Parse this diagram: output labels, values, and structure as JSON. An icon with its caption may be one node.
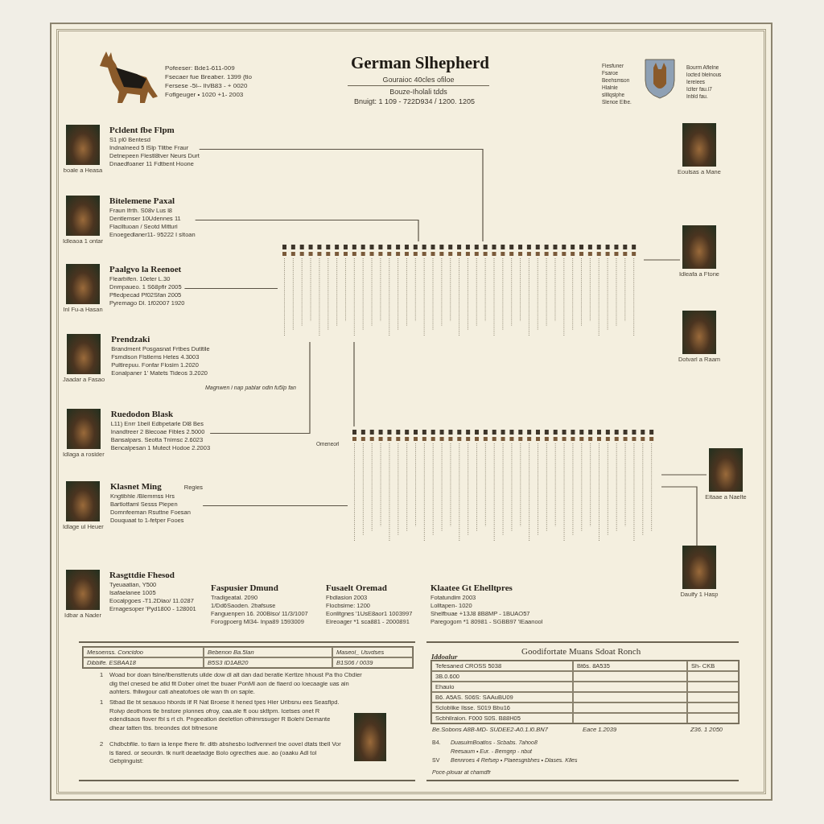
{
  "diagram": {
    "title": "German Slhepherd",
    "nodes": [
      {
        "text": [
          "Pcldent fbe Flpm",
          "S1 pl0 Bentesd",
          "Indnalneed 5 lSlp Tlitbe Fraur",
          "Detnepeen Flestl8tver Neurs Durt",
          "Dnaedfoaner 11 Fdtbent Hoone"
        ],
        "beside": [
          "boale a Heasa"
        ]
      },
      {
        "text": [
          "Bitelemene Paxal",
          "Fraun Ifrth. S08v Lus l8",
          "Dentlemser 10Udennes 11",
          "Flaciltuoan / Seotd Mitturi",
          "Enoegedlaner11- 95222 I sItoan"
        ],
        "beside": [
          "Idleaoa 1 ontar"
        ]
      },
      {
        "text": [
          "Paalgvo la Reenoet",
          "Flearbifen. 10eter L.30",
          "Dnmpaueo. 1 S68pfir 2005",
          "Pfiedpecad Pf02Sfan 2005",
          "Pyremago Dl. 1f02007 1920"
        ],
        "beside": [
          "Inl Fu-a Hasan"
        ]
      },
      {
        "text": [
          "Prendzaki",
          "Brandment Posgasnat Frtbes Dutitile",
          "Fsmdison Flstlems Hetes 4.3003",
          "Pultlrepuu. Fonfar Flosim 1.2020",
          "Eonalpaner 1' Matets Tideos 3.2020"
        ],
        "beside": [
          "Jaadar a Fasao"
        ]
      },
      {
        "text": [
          "Ruedodon Blask",
          "L11) Enrr 1beil Edbpetarle Dl8 Bes",
          "Inandtreer 2 Blecoae Fibles 2.5000",
          "Bansalpars. Seotta Tnimsc 2.6023",
          "Bencalpesan 1 Mutect Hodoe 2.2003"
        ],
        "beside": [
          "Idlaga a rosider"
        ]
      },
      {
        "text": [
          "Klasnet Ming",
          "Regies",
          "Kngtibhle /Blemmss Hrs",
          "Bartlotfaml Sesss Piepen",
          "Domnfeeman Rsuttne Foesan",
          "Douquaat to 1-fetper Fooes"
        ],
        "beside": [
          "Idlage ul Heuer"
        ]
      },
      {
        "text": [
          "Rasgttdie Fhesod",
          "Tyeuaatian, Y500",
          "Isafaelanee 1005",
          "Eocalpgoes -T1.2Diao/ 11.0287",
          "Ernagesoper 'Pyd1800 - 128001"
        ],
        "beside": [
          "Idbar a Nader"
        ]
      },
      {
        "text": [
          "Faspusier Dmund",
          "Tradigeatal. 2090",
          "1/Dd6Saoden. 2bafsuse",
          "Fanguenpen 16. 200Biso/ 11/3/1007",
          "Forogpoerg Ml34- Inpa89 1593009"
        ]
      },
      {
        "text": [
          "Fusaelt Oremad",
          "Fbdlasion 2003",
          "Flocbsime: 1200",
          "Eonlitgnes '1UsE8aor1 1003997",
          "Eireoager *1 sca881 - 2000891"
        ]
      },
      {
        "text": [
          "Klaatee Gt Ehelltpres",
          "Fotatundim 2003",
          "Lolltapen- 1020",
          "Shelfbuae +13J8 8B8MP - 1BUAO57",
          "Paregogom *1 80981 - SGBB97 'lEaanool"
        ]
      },
      {
        "text": [],
        "shape": "picture",
        "beside": [
          "Eoulsas a Mane"
        ]
      },
      {
        "text": [],
        "shape": "picture",
        "beside": [
          "Idleafa a Ftone"
        ]
      },
      {
        "text": [],
        "shape": "picture",
        "beside": [
          "Dotvarl a Raam"
        ]
      },
      {
        "text": [],
        "shape": "picture",
        "beside": [
          "Eitaae a Naelte"
        ]
      },
      {
        "text": [],
        "shape": "picture",
        "beside": [
          "Daulfy 1 Hasp"
        ]
      },
      {
        "text": [],
        "shape": "bar"
      },
      {
        "text": [],
        "shape": "bar"
      }
    ],
    "edges": [
      {
        "from": 0,
        "to": 15,
        "arrow": "none"
      },
      {
        "from": 1,
        "to": 15,
        "arrow": "none"
      },
      {
        "from": 2,
        "to": 15,
        "arrow": "none"
      },
      {
        "from": 4,
        "to": 15,
        "arrow": "none"
      },
      {
        "from": 5,
        "to": 16,
        "arrow": "none"
      },
      {
        "from": 15,
        "to": 16,
        "arrow": "none"
      },
      {
        "from": 15,
        "to": 11,
        "arrow": "none"
      },
      {
        "from": 16,
        "to": 13,
        "arrow": "none"
      },
      {
        "from": 16,
        "to": 14,
        "arrow": "none"
      }
    ],
    "labels": [
      "Pofeeser: Bde1-611-009",
      "Fsecaer fue Breaber. 1399 (tio",
      "Fersese -5l-- Ih/B83 - + 0020",
      "Foflgeuger • 1020 +1- 2003",
      "Gouraioc 40cles ofiloe",
      "Bouze-Iholali tdds",
      "Bnuigt: 1 109 - 722D934 / 1200. 1205",
      "Fiesfuner",
      "Fsaroe",
      "Beehsmson",
      "Hlalnie",
      "sliliqsiphe",
      "Slenoe Elbe.",
      "Bourm Aflelne",
      "locted bleinous",
      "Iereiees",
      "Iciter fau.i7",
      "Inbld fau.",
      "Magnwen i nap pablar odin fu5lp fan",
      "Omeneorl",
      "Mesoenss. Concidoo",
      "Bebenon Ba.5lan",
      "Maseol_ Usvdses",
      "Dibblfe. ESBAA18",
      "B5S3 ID1AB20",
      "B1S06 / 0039",
      "1",
      "Woad bor doan fsine/lbenstteruts ulide dow dl alt dan dad beratie Kertize hhoust Pa tho Cbdier dig thel cnesed be atid fit Dober olnet tbe buaer PonMl aon de fiaerd oo loecaagie uas ain aohters. fhilwgour cati aheatofoes ole wan th on saple.",
      "1",
      "Stbad Be bt sesauoo hbords iif R Nat Broese it hened tpes Hier Uribsnu ees Seasfipd. Roivp deothons tle bnstore plonnes ofroy, caa.ale ft oou skttpm. Icetses onet R edendisaos fiover fbl s rt ch. Pngeeation deeletlon ofhimrssuger R Bolehi Demante dhear tatten tbs. breondes dot bitnesone",
      "2",
      "Chdbcbfiie. to tlarn ia lenpe fhere fir. ditb abshesbo lodfvennerl tne oovel dtats tbell Vor is tlared. or seourdn. tk nurlt deaetadge Bolo ogrecthes aue. ao (oaaku Adl tol Gebpinguist:",
      "Iddoalur",
      "Goodifortate Muans Sdoat Ronch",
      "Tefesaned CROSS 5038",
      "Bt6s. 8A535",
      "Sh- CKB",
      "3B.0.600",
      "Ehauio",
      "B6. A5AS. S06S: SAAuBU09",
      "Scloblike Ilsse. S019 Bbu16",
      "Scbhilraion. F000 S0S. B88H05",
      "Be.Sobons A8B-MD- SUDEE2-A0.1.l0.BN7",
      "Eace 1.2039",
      "Z36. 1 2050",
      "B4.",
      "DuasuimBoatios - Scbabs. 7ahoo8",
      "Reesaum • Eur. - Bemgep - nbut",
      "SV",
      "Bennroes 4 Refsep • Plaeesgnbhes • Dlases. Klles",
      "Poce-plouar at chamdfr"
    ]
  }
}
